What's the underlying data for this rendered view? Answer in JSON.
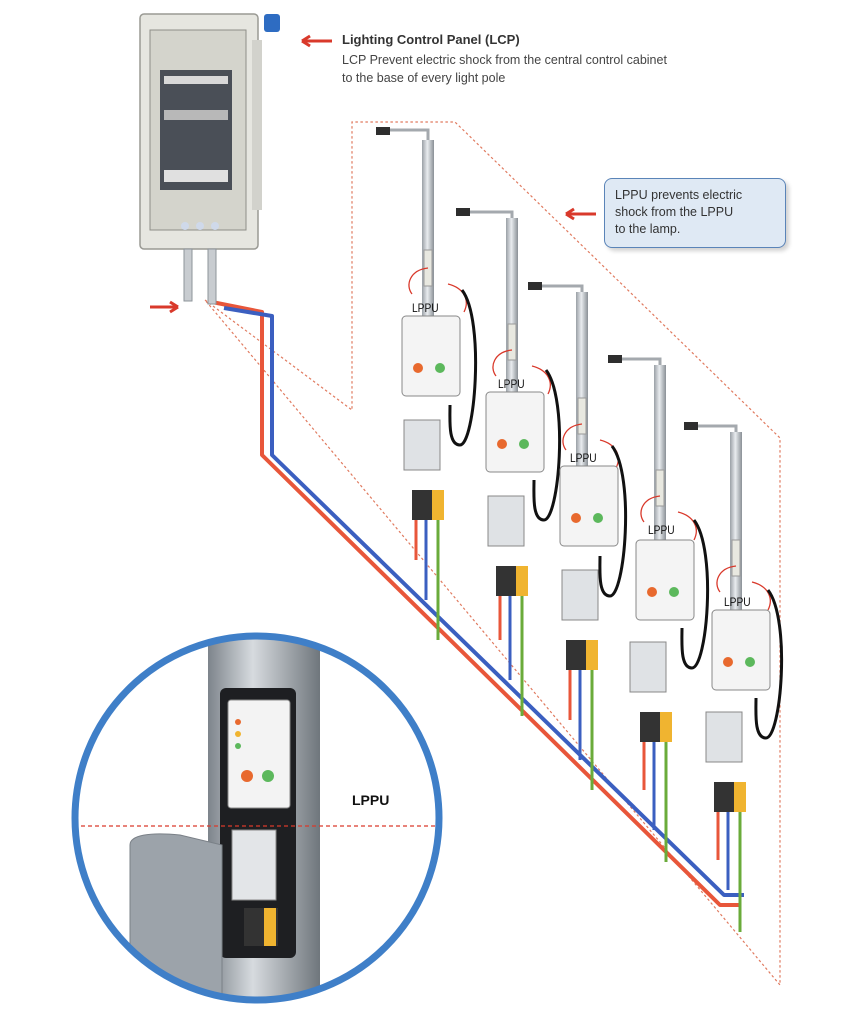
{
  "lcp": {
    "title": "Lighting Control Panel (LCP)",
    "desc_line1": "LCP Prevent electric shock from the central control cabinet",
    "desc_line2": "to the base of every light pole"
  },
  "lppu_callout": {
    "line1": "LPPU prevents electric",
    "line2": "shock from the LPPU",
    "line3": "to the lamp."
  },
  "poles": [
    {
      "label": "LPPU"
    },
    {
      "label": "LPPU"
    },
    {
      "label": "LPPU"
    },
    {
      "label": "LPPU"
    },
    {
      "label": "LPPU"
    }
  ],
  "zoom": {
    "label": "LPPU"
  },
  "colors": {
    "arrow": "#d9392b",
    "dotted_outline": "#e07a5f",
    "live_wire": "#e8563a",
    "neutral_wire": "#3b5fc0",
    "earth_wire": "#6aab3a",
    "zoom_ring": "#3f7fc8",
    "callout_border": "#5a84b8",
    "callout_fill": "#dfe9f4",
    "cabinet": "#e6e6e0"
  }
}
